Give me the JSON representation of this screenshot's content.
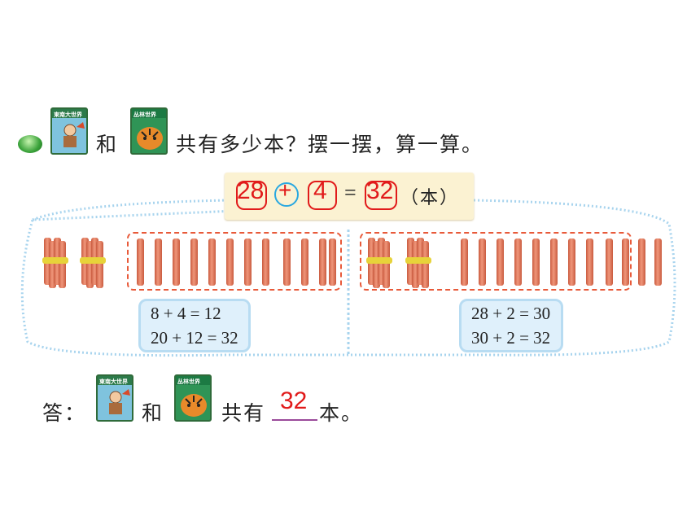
{
  "question": {
    "and": "和",
    "text": "共有多少本？摆一摆，算一算。"
  },
  "books": {
    "first_icon": "book-cover-boy-icon",
    "first_title": "東南大世界",
    "second_icon": "book-cover-tiger-icon",
    "second_title": "丛林世界"
  },
  "equation": {
    "a": "28",
    "op": "+",
    "b": "4",
    "eq": "=",
    "result": "32",
    "unit": "（本）"
  },
  "left_calc": [
    "8 + 4 = 12",
    "20 + 12 = 32"
  ],
  "right_calc": [
    "28 + 2 = 30",
    "30 + 2 = 32"
  ],
  "answer": {
    "prefix": "答：",
    "and": "和",
    "mid": "共有",
    "value": "32",
    "suffix": "本。"
  },
  "colors": {
    "accent_red": "#e11b1b",
    "circle_blue": "#2aa8e0",
    "stick": "#e8826a",
    "bullet_green": "#3aa23a"
  }
}
